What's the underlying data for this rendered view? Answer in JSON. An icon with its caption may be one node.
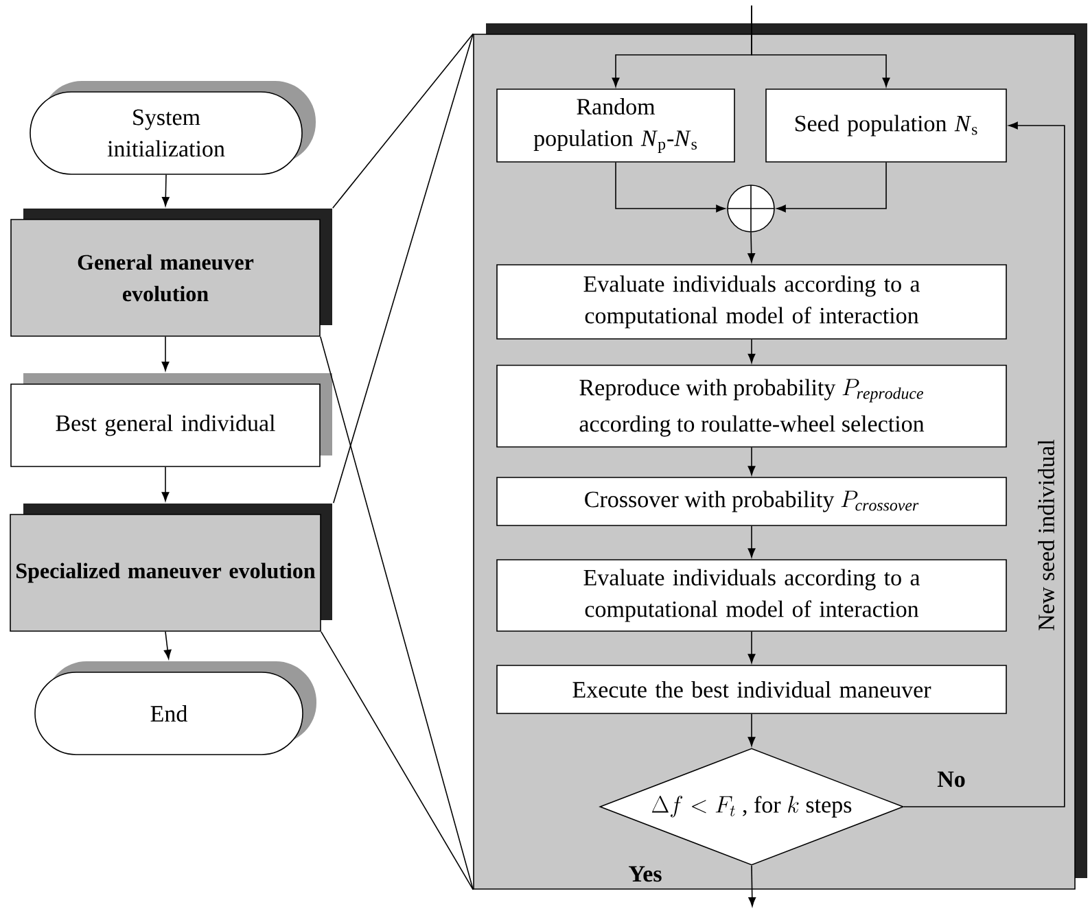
{
  "diagram": {
    "nodes": [
      {
        "text": [
          "System initialization"
        ]
      },
      {
        "text": [
          "General maneuver evolution"
        ]
      },
      {
        "text": [
          "Best general individual"
        ]
      },
      {
        "text": [
          "Specialized maneuver evolution"
        ]
      },
      {
        "text": [
          "End"
        ]
      },
      {
        "text": [],
        "shape": "box"
      },
      {
        "text": [
          "Random population *N*$_{p}$-*N*$_{s}$"
        ],
        "in": 5
      },
      {
        "text": [
          "Seed population *N*$_{s}$"
        ],
        "in": 5
      },
      {
        "text": [],
        "shape": "circle",
        "in": 5
      },
      {
        "text": [
          "Evaluate individuals according to a computational model of interaction"
        ],
        "in": 5
      },
      {
        "text": [
          "\\begin{array}{c}\\text{Reproduce with probability }P_{\\mathit{reproduce}}\\\\ \\text{according to roulatte-wheel selection}\\end{array}"
        ],
        "in": 5
      },
      {
        "text": [
          "\\text{Crossover with probability }P_{\\mathit{crossover}}"
        ],
        "in": 5
      },
      {
        "text": [
          "Evaluate individuals according to a computational model of interaction"
        ],
        "in": 5
      },
      {
        "text": [
          "Execute the best individual maneuver"
        ],
        "in": 5
      },
      {
        "text": [
          "\\Delta f<F_{t}\\text{ , for }k\\text{ steps}"
        ],
        "in": 5
      }
    ],
    "edges": [
      {
        "from": 0,
        "to": 1,
        "arrow": "to"
      },
      {
        "from": 1,
        "to": 2,
        "arrow": "to"
      },
      {
        "from": 2,
        "to": 3,
        "arrow": "to"
      },
      {
        "from": 3,
        "to": 4,
        "arrow": "to"
      },
      {
        "from": 1,
        "to": 5,
        "arrow": "none"
      },
      {
        "from": 1,
        "to": 5,
        "arrow": "none"
      },
      {
        "from": 3,
        "to": 5,
        "arrow": "none"
      },
      {
        "from": 3,
        "to": 5,
        "arrow": "none"
      },
      {
        "from": null,
        "to": 6,
        "arrow": "to"
      },
      {
        "from": null,
        "to": 7,
        "arrow": "to"
      },
      {
        "from": 6,
        "to": 8,
        "arrow": "to"
      },
      {
        "from": 7,
        "to": 8,
        "arrow": "to"
      },
      {
        "from": 8,
        "to": 9,
        "arrow": "to"
      },
      {
        "from": 9,
        "to": 10,
        "arrow": "to"
      },
      {
        "from": 10,
        "to": 11,
        "arrow": "to"
      },
      {
        "from": 11,
        "to": 12,
        "arrow": "to"
      },
      {
        "from": 12,
        "to": 13,
        "arrow": "to"
      },
      {
        "from": 13,
        "to": 14,
        "arrow": "to"
      },
      {
        "from": 14,
        "to": 7,
        "arrow": "to",
        "label": "No"
      },
      {
        "from": 14,
        "to": null,
        "arrow": "to",
        "label": "Yes"
      }
    ],
    "labels": [
      "New seed individual"
    ]
  }
}
